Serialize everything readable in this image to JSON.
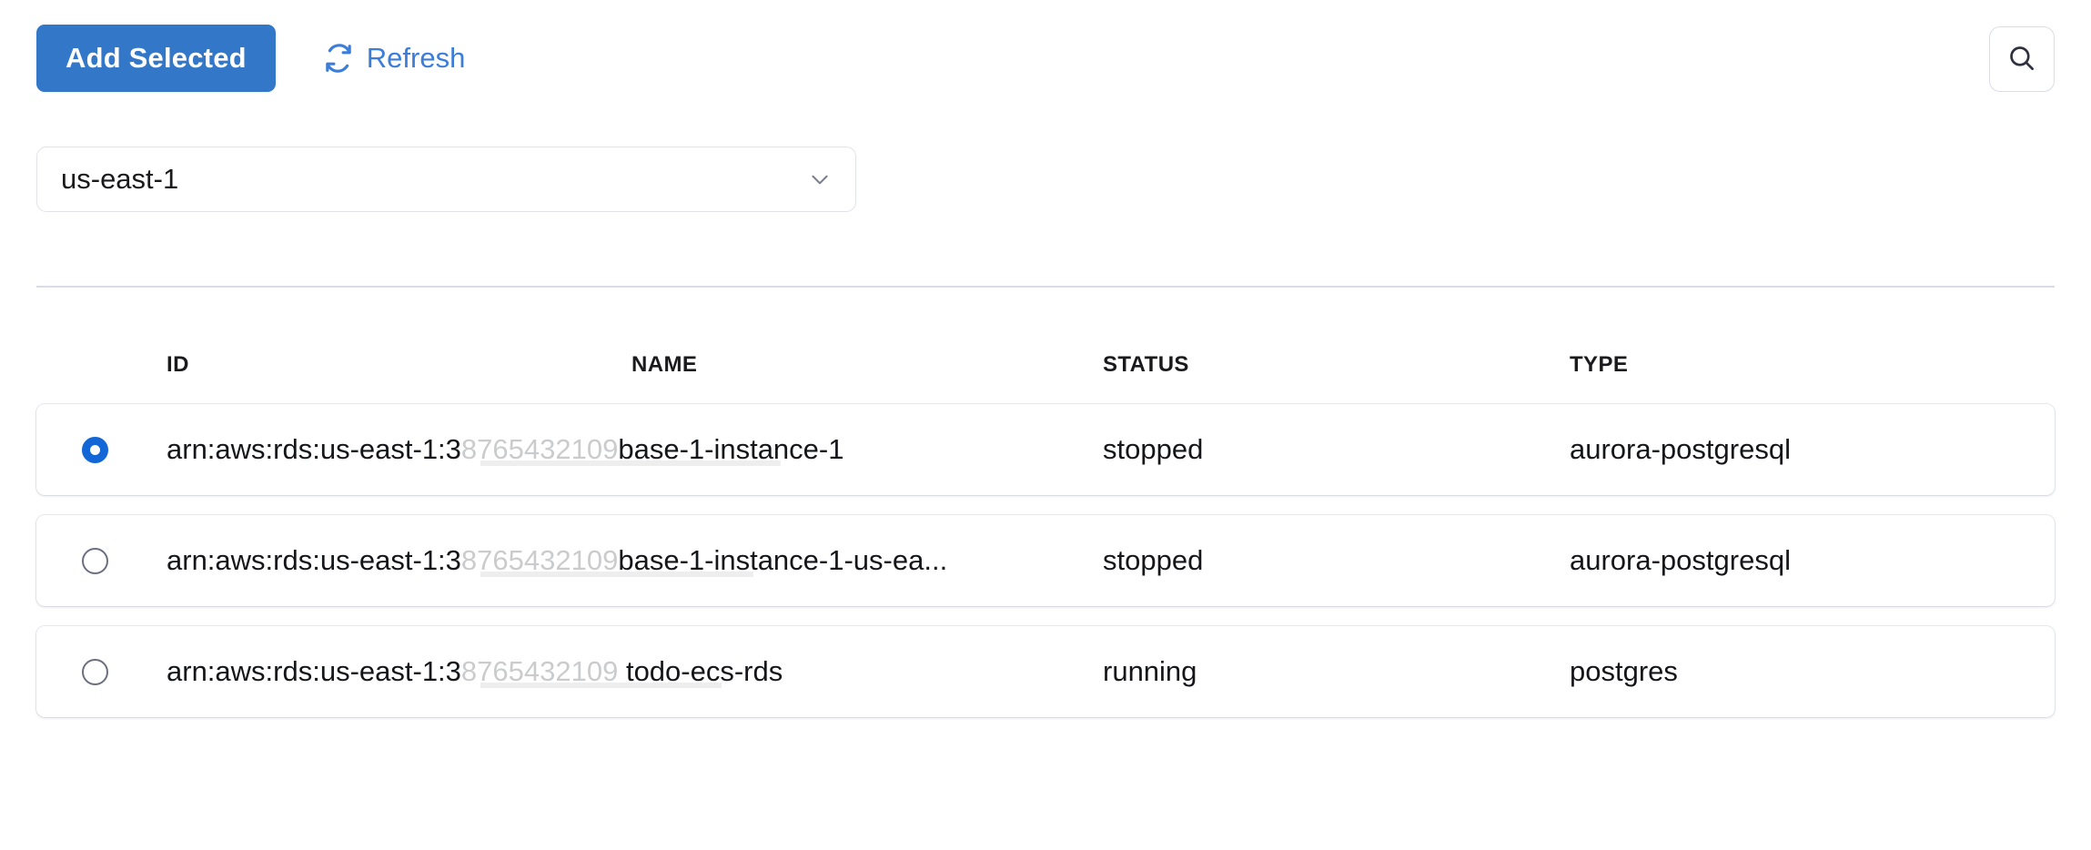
{
  "toolbar": {
    "add_selected_label": "Add Selected",
    "refresh_label": "Refresh",
    "refresh_icon": "refresh-icon",
    "search_icon": "search-icon",
    "primary_color": "#3277c8",
    "link_color": "#3b7dd8"
  },
  "region": {
    "selected": "us-east-1",
    "chevron_icon": "chevron-down-icon",
    "options": [
      "us-east-1"
    ]
  },
  "table": {
    "headers": [
      "ID",
      "NAME",
      "STATUS",
      "TYPE"
    ],
    "rows": [
      {
        "selected": true,
        "id_prefix": "arn:aws:rds:us-east-1:3",
        "id_redacted": true,
        "id_suffix": "base-1-instance-1",
        "status": "stopped",
        "type": "aurora-postgresql"
      },
      {
        "selected": false,
        "id_prefix": "arn:aws:rds:us-east-1:3",
        "id_redacted": true,
        "id_suffix": "base-1-instance-1-us-ea...",
        "status": "stopped",
        "type": "aurora-postgresql"
      },
      {
        "selected": false,
        "id_prefix": "arn:aws:rds:us-east-1:3",
        "id_redacted": true,
        "id_suffix": " todo-ecs-rds",
        "status": "running",
        "type": "postgres"
      }
    ]
  }
}
